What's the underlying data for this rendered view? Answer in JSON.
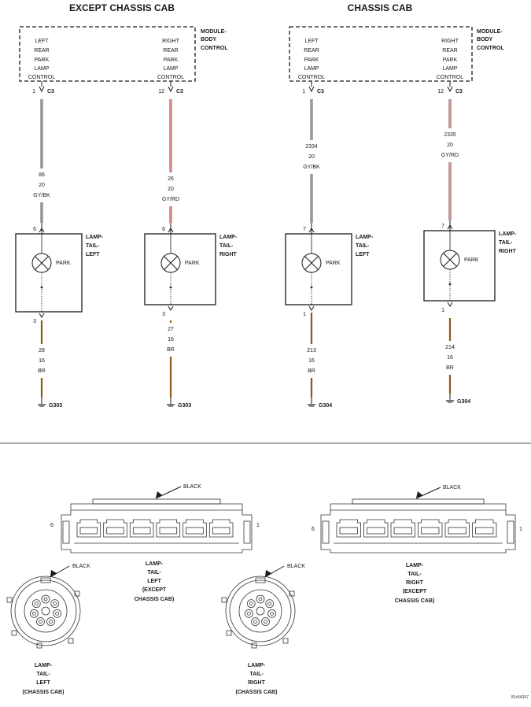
{
  "headers": {
    "left": "EXCEPT CHASSIS CAB",
    "right": "CHASSIS CAB"
  },
  "module": {
    "name_lines": [
      "MODULE-",
      "BODY",
      "CONTROL"
    ]
  },
  "modules": [
    {
      "left_lines": [
        "LEFT",
        "REAR",
        "PARK",
        "LAMP",
        "CONTROL"
      ],
      "right_lines": [
        "RIGHT",
        "REAR",
        "PARK",
        "LAMP",
        "CONTROL"
      ]
    },
    {
      "left_lines": [
        "LEFT",
        "REAR",
        "PARK",
        "LAMP",
        "CONTROL"
      ],
      "right_lines": [
        "RIGHT",
        "REAR",
        "PARK",
        "LAMP",
        "CONTROL"
      ]
    }
  ],
  "wire_colors": {
    "gray": "#9a9a9a",
    "gray_red": "#e08a8a",
    "brown": "#8b5a14"
  },
  "circuits": [
    {
      "pin_top": "1",
      "conn_top": "C3",
      "wire1": [
        "86",
        "20",
        "GY/BK"
      ],
      "pin_lamp": "6",
      "lamp_label": "PARK",
      "lamp_name": [
        "LAMP-",
        "TAIL-",
        "LEFT"
      ],
      "pin_bottom": "3",
      "wire2": [
        "28",
        "16",
        "BR"
      ],
      "ground": "G303"
    },
    {
      "pin_top": "12",
      "conn_top": "C3",
      "wire1": [
        "26",
        "20",
        "GY/RD"
      ],
      "pin_lamp": "6",
      "lamp_label": "PARK",
      "lamp_name": [
        "LAMP-",
        "TAIL-",
        "RIGHT"
      ],
      "pin_bottom": "3",
      "wire2": [
        "27",
        "16",
        "BR"
      ],
      "ground": "G303"
    },
    {
      "pin_top": "1",
      "conn_top": "C3",
      "wire1": [
        "2334",
        "20",
        "GY/BK"
      ],
      "pin_lamp": "7",
      "lamp_label": "PARK",
      "lamp_name": [
        "LAMP-",
        "TAIL-",
        "LEFT"
      ],
      "pin_bottom": "1",
      "wire2": [
        "213",
        "16",
        "BR"
      ],
      "ground": "G304"
    },
    {
      "pin_top": "12",
      "conn_top": "C3",
      "wire1": [
        "2335",
        "20",
        "GY/RD"
      ],
      "pin_lamp": "7",
      "lamp_label": "PARK",
      "lamp_name": [
        "LAMP-",
        "TAIL-",
        "RIGHT"
      ],
      "pin_bottom": "1",
      "wire2": [
        "214",
        "16",
        "BR"
      ],
      "ground": "G304"
    }
  ],
  "connector_views": [
    {
      "color": "BLACK",
      "pin_left": "6",
      "pin_right": "1",
      "name_lines": [
        "LAMP-",
        "TAIL-",
        "LEFT",
        "(EXCEPT",
        "CHASSIS CAB)"
      ]
    },
    {
      "color": "BLACK",
      "pin_left": "6",
      "pin_right": "1",
      "name_lines": [
        "LAMP-",
        "TAIL-",
        "RIGHT",
        "(EXCEPT",
        "CHASSIS CAB)"
      ]
    },
    {
      "color": "BLACK",
      "name_lines": [
        "LAMP-",
        "TAIL-",
        "LEFT",
        "(CHASSIS CAB)"
      ]
    },
    {
      "color": "BLACK",
      "name_lines": [
        "LAMP-",
        "TAIL-",
        "RIGHT",
        "(CHASSIS CAB)"
      ]
    }
  ],
  "figure_id": "81c54157"
}
